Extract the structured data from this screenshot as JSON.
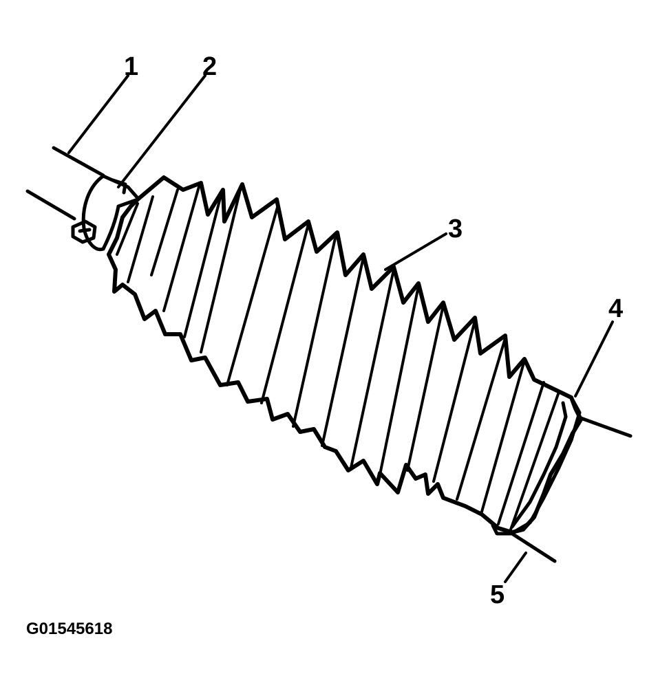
{
  "callouts": [
    {
      "id": "1",
      "label": "1"
    },
    {
      "id": "2",
      "label": "2"
    },
    {
      "id": "3",
      "label": "3"
    },
    {
      "id": "4",
      "label": "4"
    },
    {
      "id": "5",
      "label": "5"
    }
  ],
  "figure_id": "G01545618",
  "colors": {
    "ink": "#000000",
    "background": "#ffffff"
  }
}
